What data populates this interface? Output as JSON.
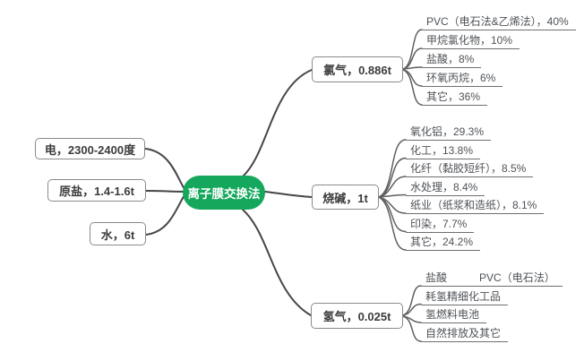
{
  "root": {
    "label": "离子膜交换法"
  },
  "inputs": [
    {
      "label": "电，2300-2400度"
    },
    {
      "label": "原盐，1.4-1.6t"
    },
    {
      "label": "水，6t"
    }
  ],
  "outputs": [
    {
      "label": "氯气，0.886t",
      "children": [
        {
          "label": "PVC（电石法&乙烯法），40%"
        },
        {
          "label": "甲烷氯化物，10%"
        },
        {
          "label": "盐酸，8%"
        },
        {
          "label": "环氧丙烷，6%"
        },
        {
          "label": "其它，36%"
        }
      ]
    },
    {
      "label": "烧碱，1t",
      "children": [
        {
          "label": "氧化铝，29.3%"
        },
        {
          "label": "化工，13.8%"
        },
        {
          "label": "化纤（黏胶短纤），8.5%"
        },
        {
          "label": "水处理，8.4%"
        },
        {
          "label": "纸业（纸浆和造纸），8.1%"
        },
        {
          "label": "印染，7.7%"
        },
        {
          "label": "其它，24.2%"
        }
      ]
    },
    {
      "label": "氢气，0.025t",
      "children": [
        {
          "label": "盐酸",
          "child": "PVC（电石法）"
        },
        {
          "label": "耗氢精细化工品"
        },
        {
          "label": "氢燃料电池"
        },
        {
          "label": "自然排放及其它"
        }
      ]
    }
  ],
  "colors": {
    "accent_green": "#15a85c",
    "branch_line": "#464646",
    "leaf_line": "#6f6f6f",
    "box_border": "#8a8a8a",
    "box_text": "#3c3c3c",
    "leaf_text": "#4e5257"
  }
}
